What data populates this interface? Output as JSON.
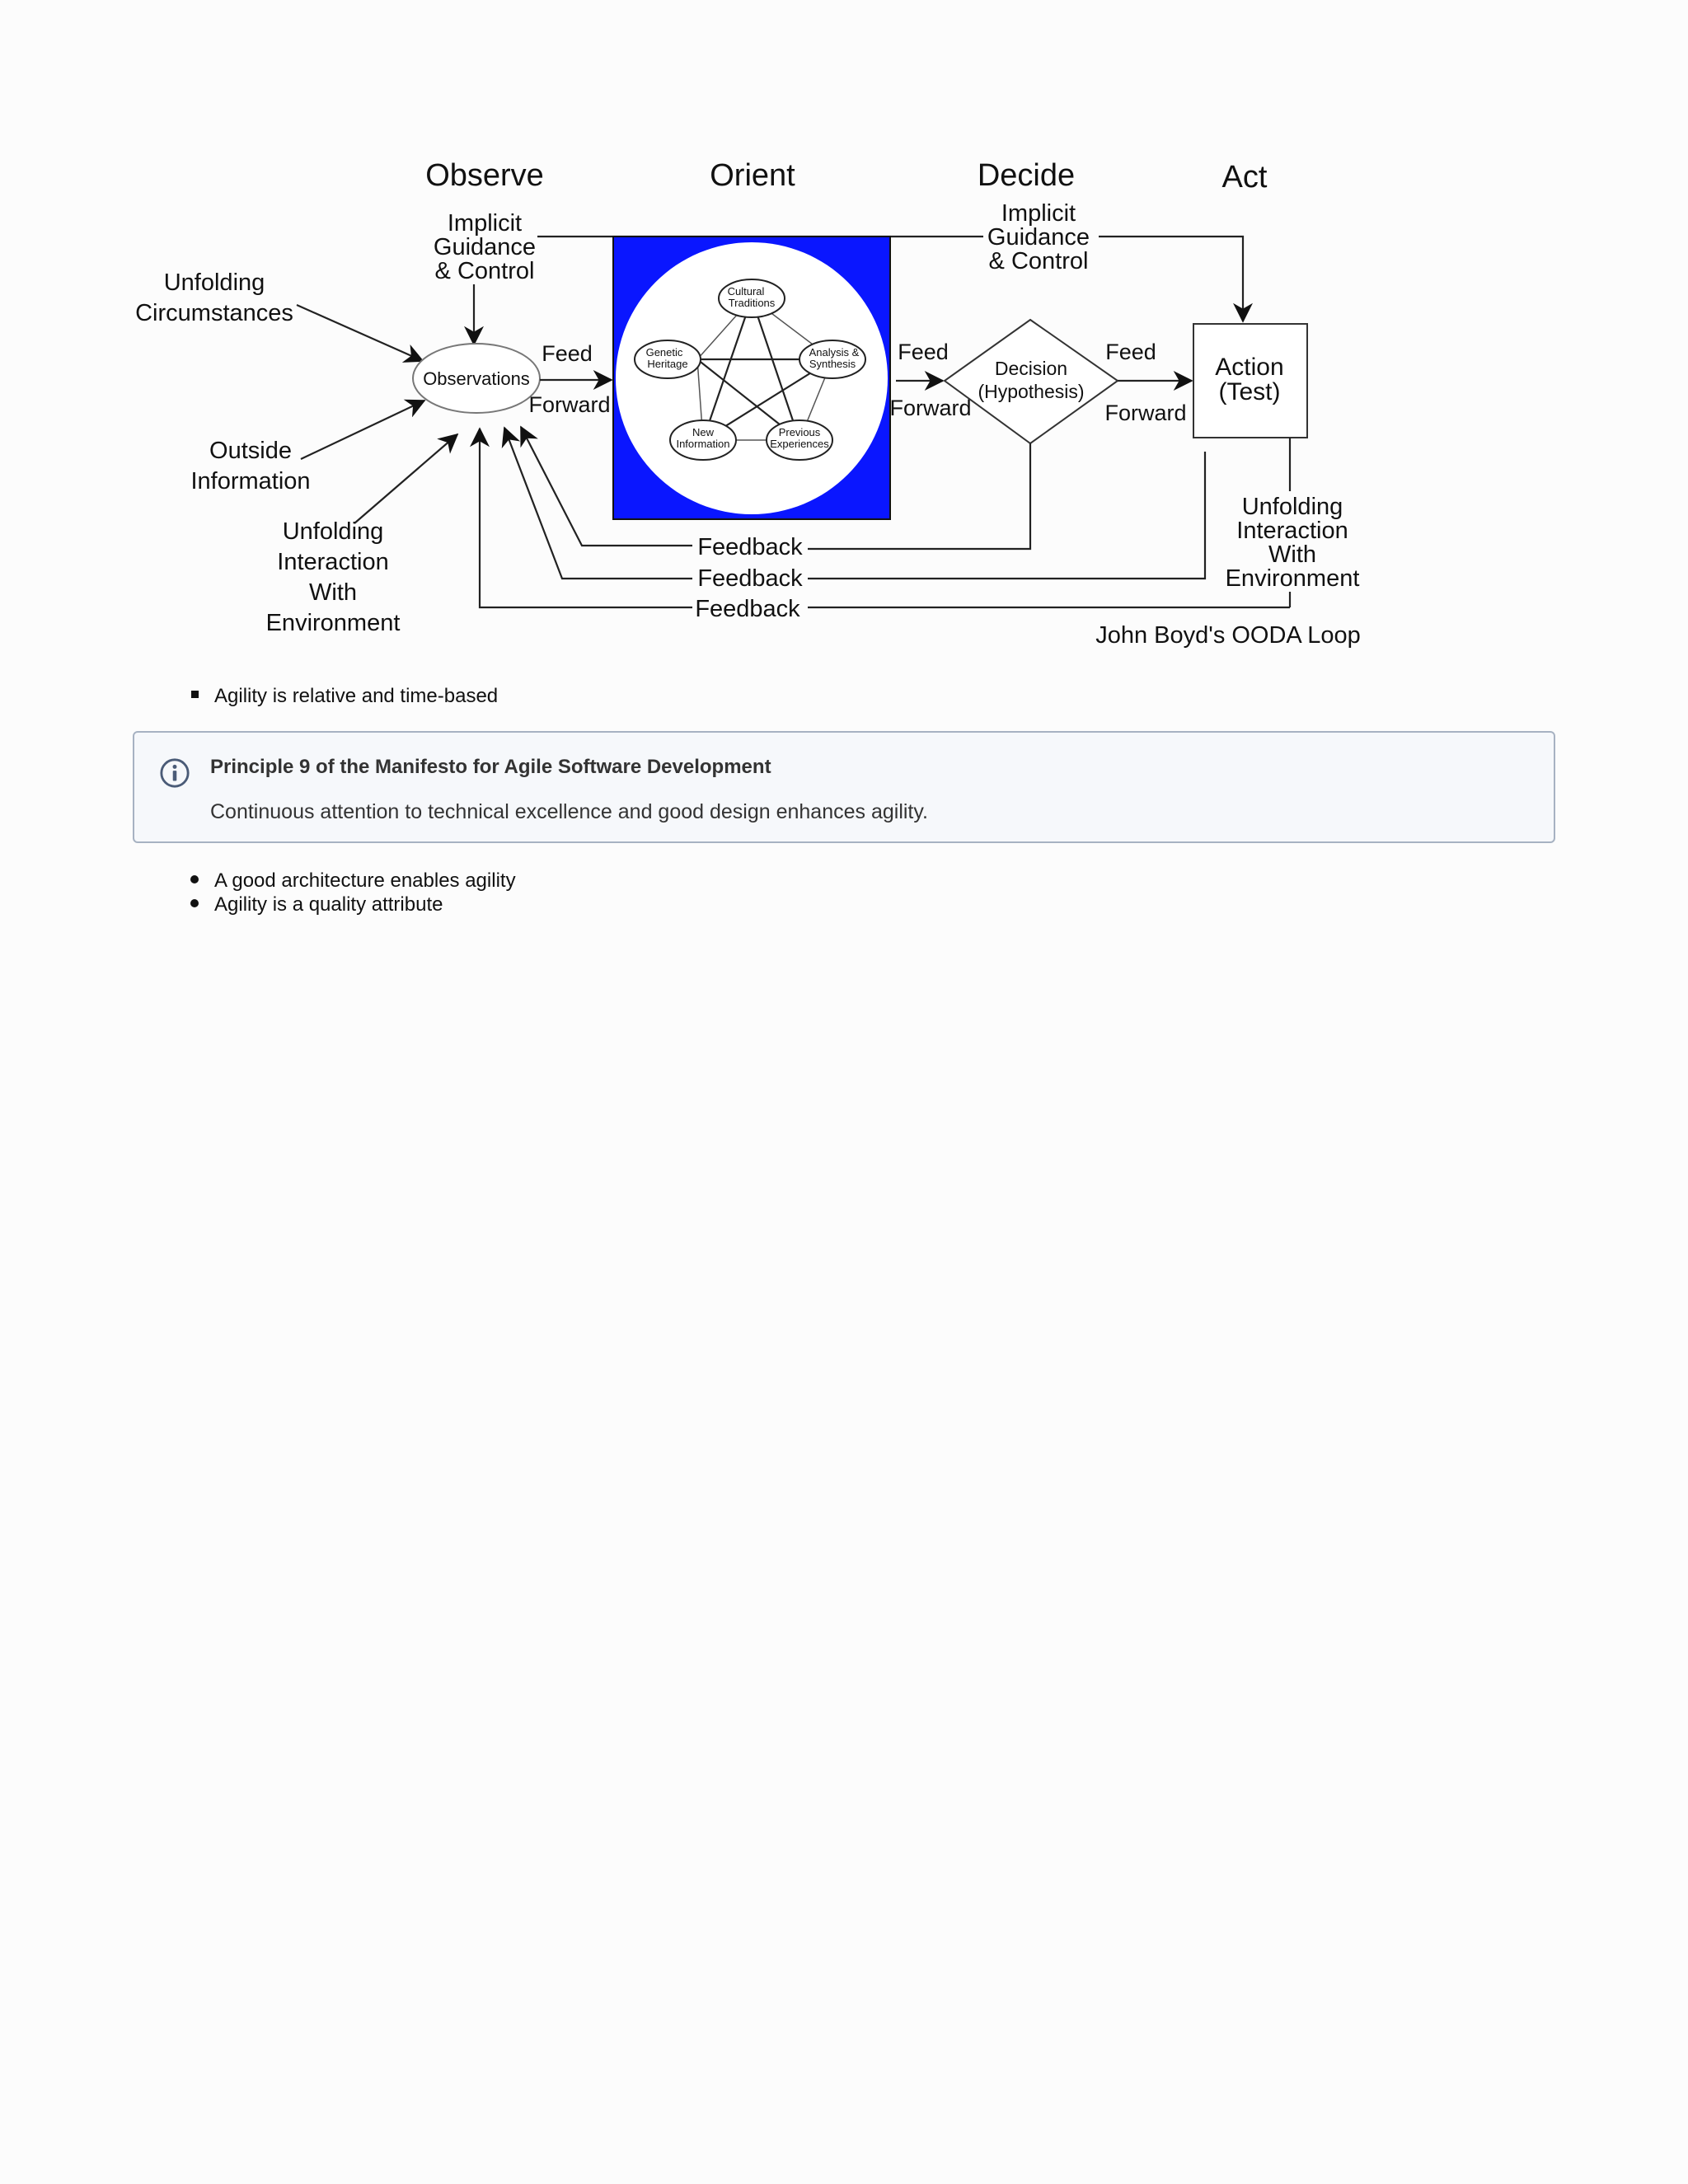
{
  "diagram": {
    "phases": {
      "observe": "Observe",
      "orient": "Orient",
      "decide": "Decide",
      "act": "Act"
    },
    "implicit_guidance_left": [
      "Implicit",
      "Guidance",
      "& Control"
    ],
    "implicit_guidance_right": [
      "Implicit",
      "Guidance",
      "& Control"
    ],
    "unfolding_circumstances": [
      "Unfolding",
      "Circumstances"
    ],
    "outside_information": [
      "Outside",
      "Information"
    ],
    "unfolding_interaction_left": [
      "Unfolding",
      "Interaction",
      "With",
      "Environment"
    ],
    "unfolding_interaction_right": [
      "Unfolding",
      "Interaction",
      "With",
      "Environment"
    ],
    "observations": "Observations",
    "feed_1": "Feed",
    "forward_1": "Forward",
    "feed_2": "Feed",
    "forward_2": "Forward",
    "feed_3": "Feed",
    "forward_3": "Forward",
    "orient_nodes": {
      "cultural": [
        "Cultural",
        "Traditions"
      ],
      "genetic": [
        "Genetic",
        "Heritage"
      ],
      "analysis": [
        "Analysis &",
        "Synthesis"
      ],
      "new_info": [
        "New",
        "Information"
      ],
      "previous": [
        "Previous",
        "Experiences"
      ]
    },
    "decision": [
      "Decision",
      "(Hypothesis)"
    ],
    "action": [
      "Action",
      "(Test)"
    ],
    "feedback_1": "Feedback",
    "feedback_2": "Feedback",
    "feedback_3": "Feedback",
    "caption": "John Boyd's OODA Loop",
    "colors": {
      "orient_box": "#0a16ff",
      "line": "#222222"
    }
  },
  "bullets_top": [
    "Agility is relative and time-based"
  ],
  "info_panel": {
    "icon": "info-icon",
    "title": "Principle 9 of the Manifesto for Agile Software Development",
    "body": "Continuous attention to technical excellence and good design enhances agility."
  },
  "bullets_bottom": [
    "A good architecture enables agility",
    "Agility is a quality attribute"
  ]
}
